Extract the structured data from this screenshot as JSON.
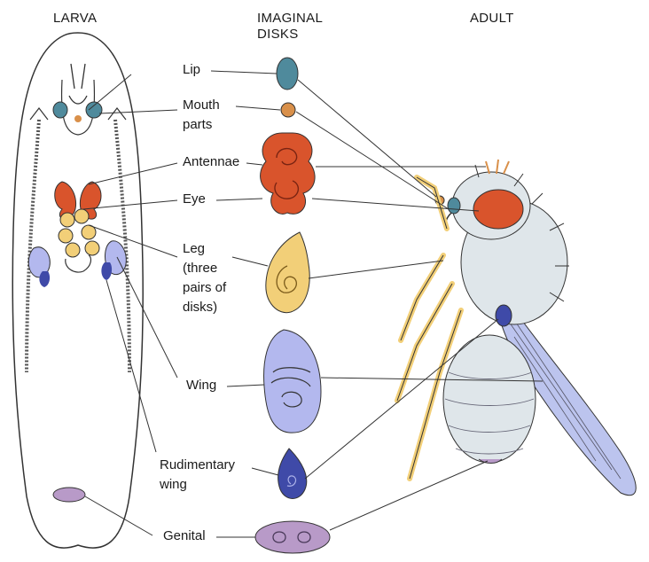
{
  "headers": {
    "larva": "LARVA",
    "imaginal_line1": "IMAGINAL",
    "imaginal_line2": "DISKS",
    "adult": "ADULT"
  },
  "labels": {
    "lip": "Lip",
    "mouth_parts_line1": "Mouth",
    "mouth_parts_line2": "parts",
    "antennae": "Antennae",
    "eye": "Eye",
    "leg_line1": "Leg",
    "leg_line2": "(three",
    "leg_line3": "pairs of",
    "leg_line4": "disks)",
    "wing": "Wing",
    "rudimentary_wing_line1": "Rudimentary",
    "rudimentary_wing_line2": "wing",
    "genital": "Genital"
  },
  "colors": {
    "lip_disk": "#4f8a9c",
    "mouth_disk": "#d9904a",
    "antenna_eye_disk": "#d9542c",
    "leg_disk": "#f2cf78",
    "wing_disk": "#b3b8ee",
    "rudimentary_wing_disk": "#3f4aa8",
    "genital_disk": "#b89ac8",
    "fly_body": "#dfe6ea",
    "fly_eye": "#d9542c",
    "fly_leg": "#f2cf78",
    "fly_wing": "#bcc4ee"
  }
}
